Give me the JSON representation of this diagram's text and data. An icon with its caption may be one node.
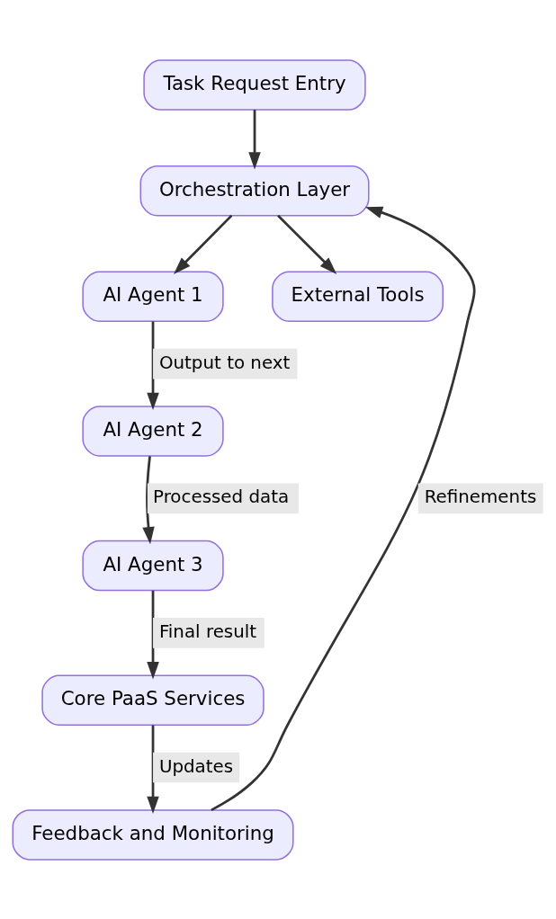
{
  "diagram": {
    "nodes": [
      {
        "text": [
          "Task Request Entry"
        ]
      },
      {
        "text": [
          "Orchestration Layer"
        ]
      },
      {
        "text": [
          "AI Agent 1"
        ]
      },
      {
        "text": [
          "External Tools"
        ]
      },
      {
        "text": [
          "AI Agent 2"
        ]
      },
      {
        "text": [
          "AI Agent 3"
        ]
      },
      {
        "text": [
          "Core PaaS Services"
        ]
      },
      {
        "text": [
          "Feedback and Monitoring"
        ]
      }
    ],
    "edges": [
      {
        "from": 0,
        "to": 1,
        "arrow": "to"
      },
      {
        "from": 1,
        "to": 2,
        "arrow": "to"
      },
      {
        "from": 1,
        "to": 3,
        "arrow": "to"
      },
      {
        "from": 2,
        "to": 4,
        "arrow": "to",
        "label": "Output to next"
      },
      {
        "from": 4,
        "to": 5,
        "arrow": "to",
        "label": "Processed data"
      },
      {
        "from": 5,
        "to": 6,
        "arrow": "to",
        "label": "Final result"
      },
      {
        "from": 6,
        "to": 7,
        "arrow": "to",
        "label": "Updates"
      },
      {
        "from": 7,
        "to": 1,
        "arrow": "to",
        "label": "Refinements"
      }
    ]
  }
}
